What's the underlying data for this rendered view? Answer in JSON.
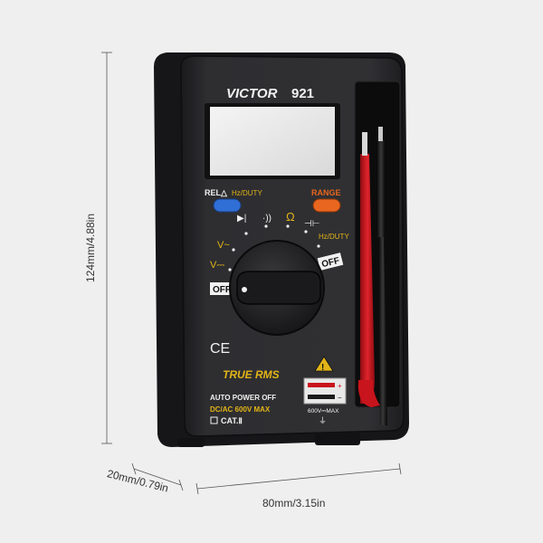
{
  "product": {
    "brand": "VICTOR",
    "model": "921",
    "labels": {
      "rel": "REL△",
      "hz_duty_left": "Hz/DUTY",
      "range": "RANGE",
      "ohm": "Ω",
      "cap": "⊣⊢",
      "hz_duty_right": "Hz/DUTY",
      "v_ac": "V~",
      "v_dc": "V⎓",
      "diode": "▶|",
      "buzzer": "·))",
      "off_left": "OFF",
      "off_right": "OFF",
      "ce": "CE",
      "true_rms": "TRUE RMS",
      "auto_power_off": "AUTO POWER OFF",
      "max_rating": "DC/AC 600V MAX",
      "cat": "CAT.Ⅱ",
      "jack_rating": "600V⎓MAX",
      "jack_plus": "+",
      "jack_minus": "−",
      "ground": "⏚"
    }
  },
  "dimensions": {
    "height": "124mm/4.88in",
    "depth": "20mm/0.79in",
    "width": "80mm/3.15in"
  },
  "colors": {
    "body": "#2b2b2d",
    "bezel": "#1c1c1e",
    "lcd": "#e8e8e8",
    "rel_button": "#2f6fd6",
    "range_button": "#e8661f",
    "accent_yellow": "#e2b417",
    "probe_red": "#c8141c",
    "probe_black": "#1a1a1a"
  }
}
